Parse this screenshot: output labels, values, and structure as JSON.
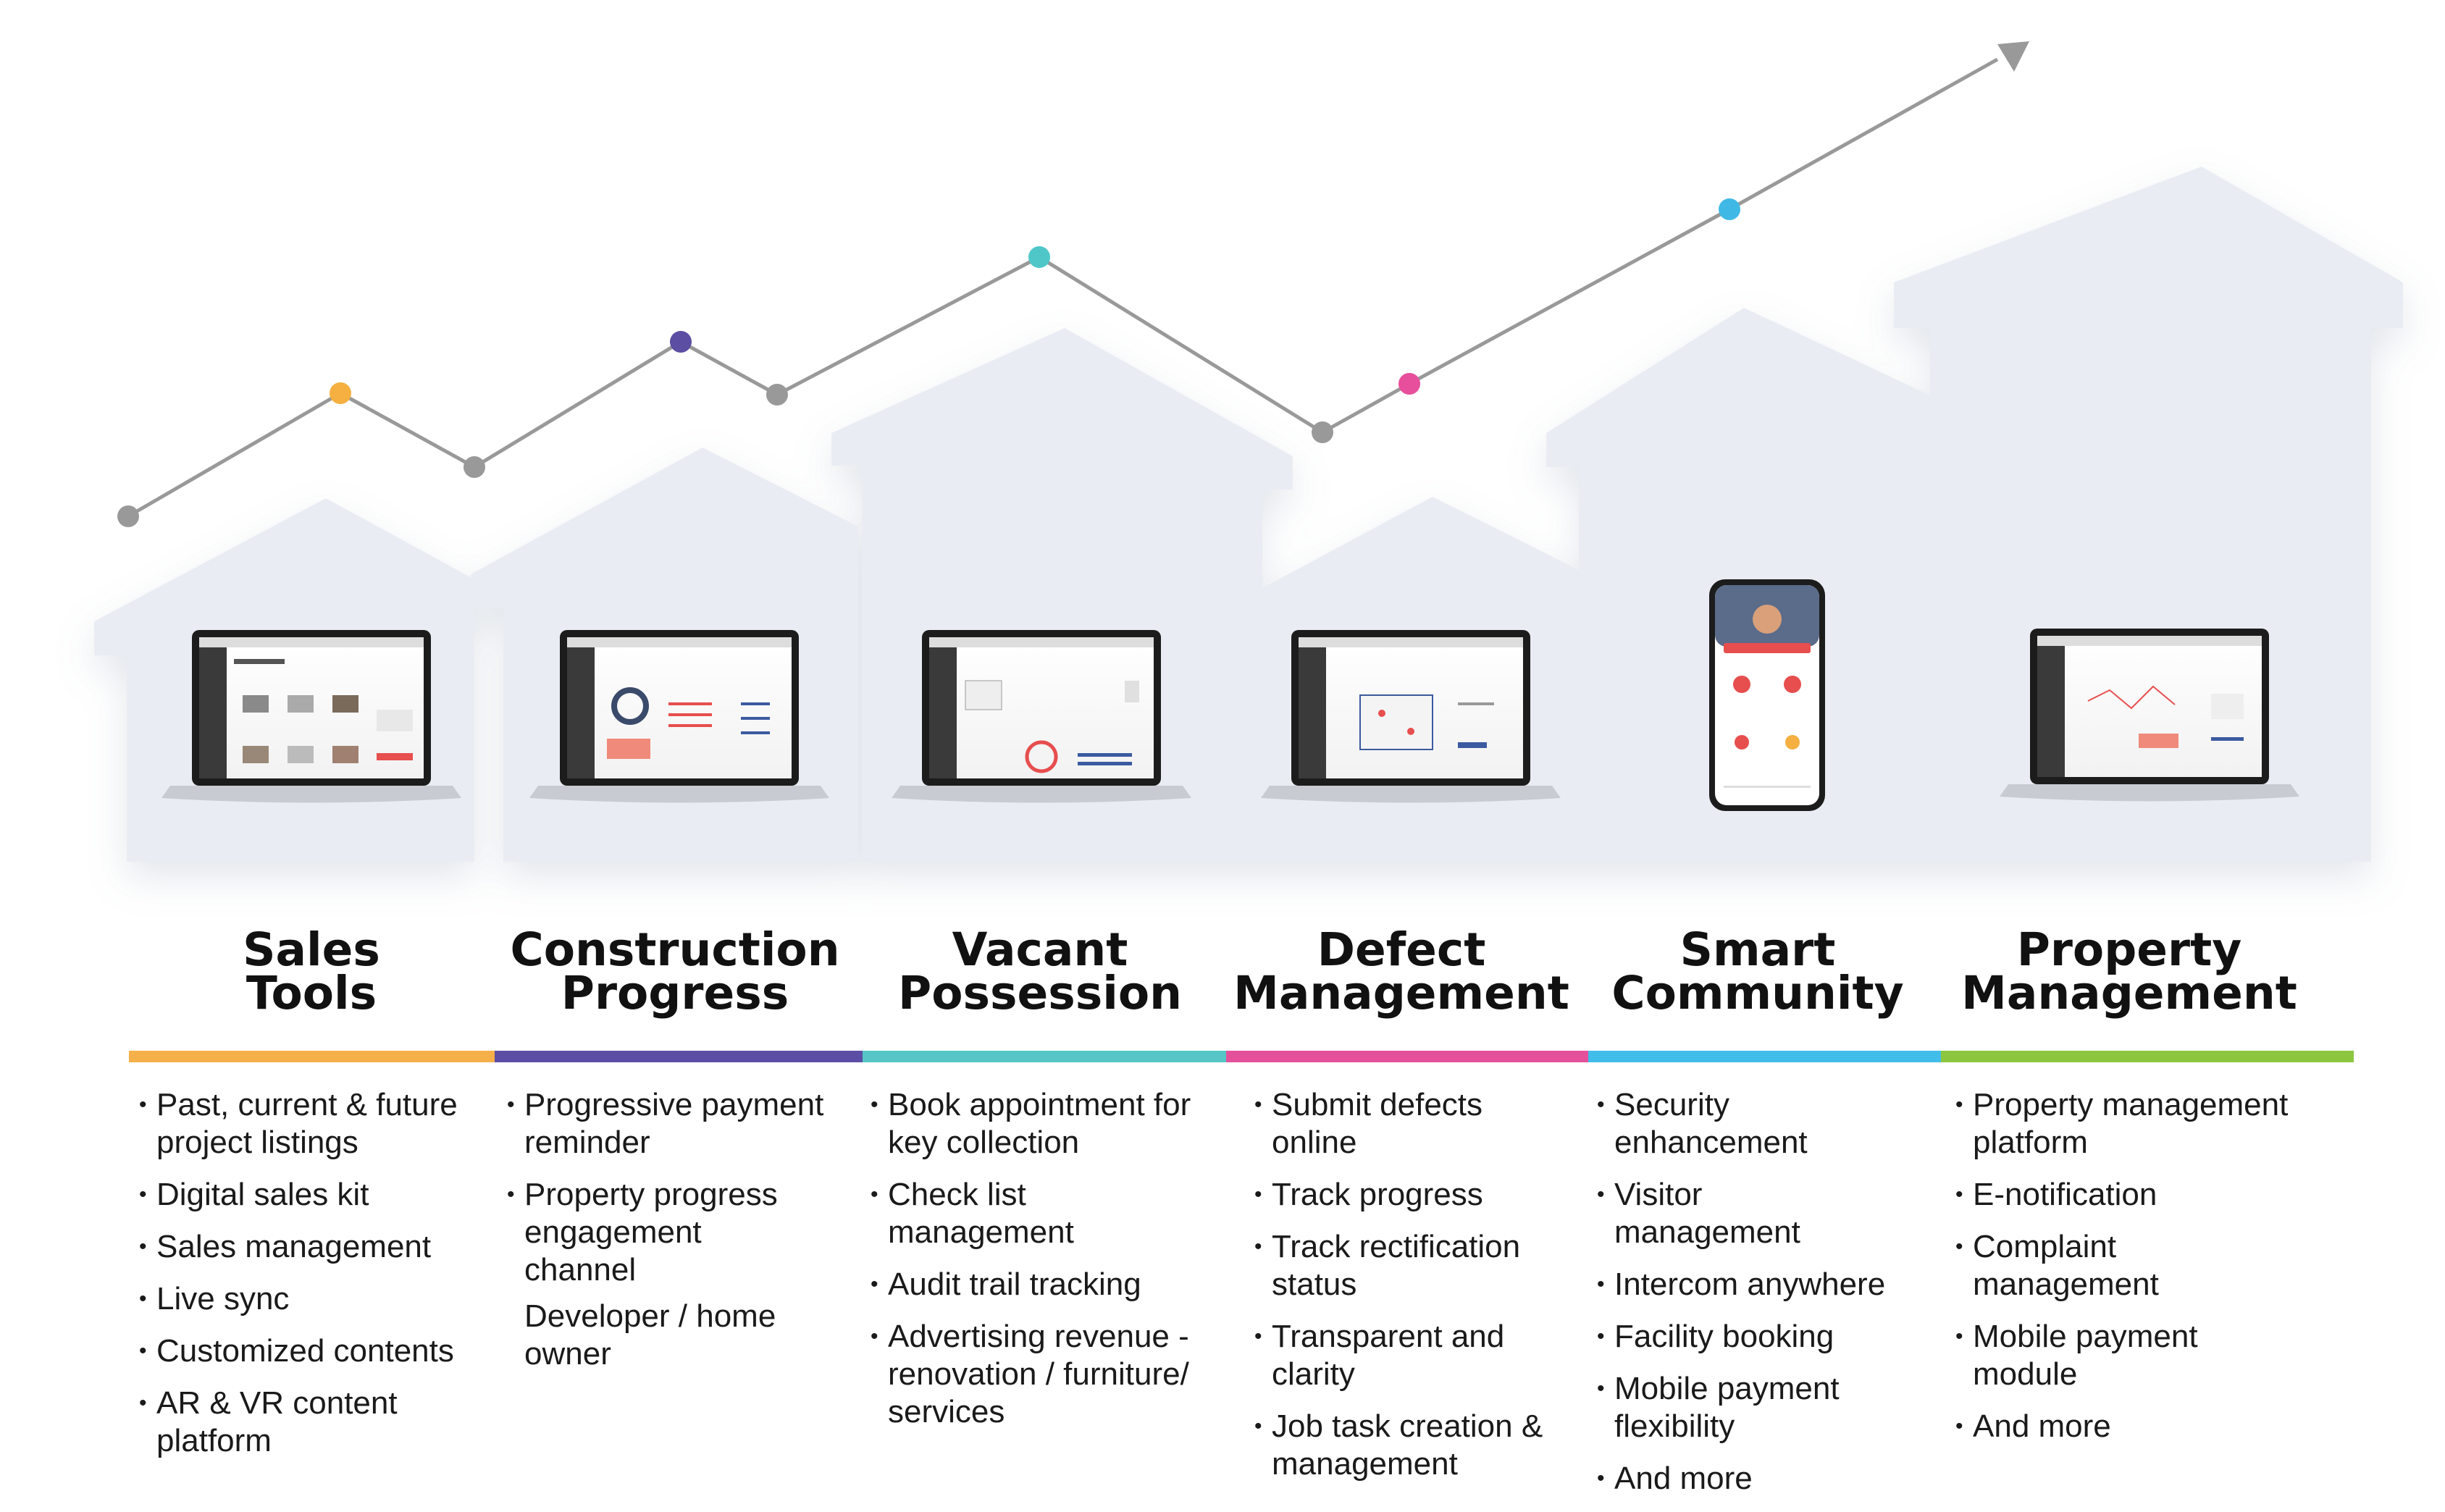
{
  "colors": {
    "house": "#e9edf3",
    "line": "#999999",
    "screen": "#1c1c1c",
    "dots": [
      "#999999",
      "#f5b041",
      "#999999",
      "#5b4ea3",
      "#999999",
      "#4fc7c9",
      "#999999",
      "#e74e9b",
      "#3fb8e5"
    ]
  },
  "columns": [
    {
      "id": "sales",
      "title": "Sales\nTools",
      "color": "#f6b04a",
      "items": [
        "Past, current & future\nproject listings",
        "Digital sales kit",
        "Sales management",
        "Live sync",
        "Customized contents",
        "AR & VR content\nplatform"
      ]
    },
    {
      "id": "construction",
      "title": "Construction\nProgress",
      "color": "#5c4ea5",
      "items": [
        "Progressive payment\nreminder",
        "Property progress\nengagement\nchannel",
        "Developer / home\nowner"
      ]
    },
    {
      "id": "vacant",
      "title": "Vacant\nPossession",
      "color": "#55c6c5",
      "items": [
        "Book appointment for\nkey collection",
        "Check list\nmanagement",
        "Audit trail tracking",
        "Advertising revenue -\nrenovation / furniture/\nservices"
      ]
    },
    {
      "id": "defect",
      "title": "Defect\nManagement",
      "color": "#e4509a",
      "items": [
        "Submit defects\nonline",
        "Track progress",
        "Track rectification\nstatus",
        "Transparent and\nclarity",
        "Job task creation &\nmanagement"
      ]
    },
    {
      "id": "community",
      "title": "Smart\nCommunity",
      "color": "#41bde9",
      "items": [
        "Security\nenhancement",
        "Visitor\nmanagement",
        "Intercom anywhere",
        "Facility booking",
        "Mobile payment\nflexibility",
        "And more"
      ]
    },
    {
      "id": "property",
      "title": "Property\nManagement",
      "color": "#8cc63f",
      "items": [
        "Property management\nplatform",
        "E-notification",
        "Complaint\nmanagement",
        "Mobile payment\nmodule",
        "And more"
      ]
    }
  ]
}
